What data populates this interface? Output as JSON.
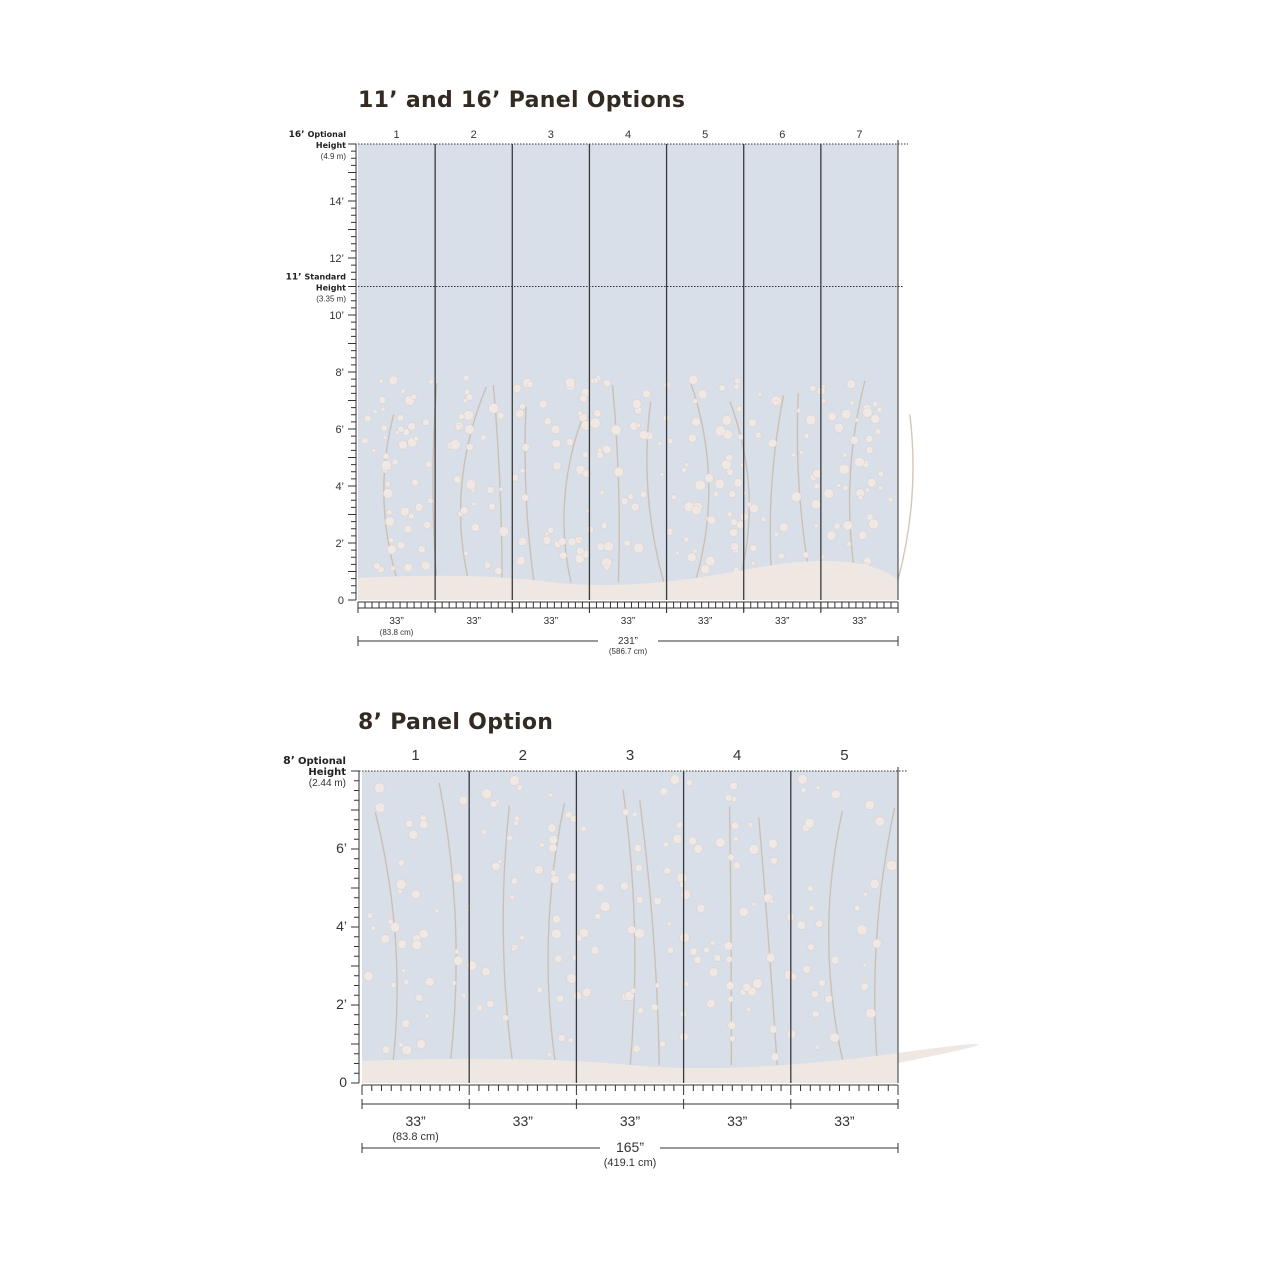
{
  "colors": {
    "wall": "#d8dfe8",
    "ground": "#efe7e2",
    "flower": "#efe8e4",
    "branch": "#c9b8a8",
    "panel_line": "#3a3a3a",
    "ruler": "#333333"
  },
  "diagrams": [
    {
      "title": "11’ and 16’ Panel Options",
      "panels": [
        "1",
        "2",
        "3",
        "4",
        "5",
        "6",
        "7"
      ],
      "max_height_ft": 16,
      "height_lines": [
        {
          "ft": 16,
          "label": "16’",
          "sub1": "Optional",
          "sub2": "Height",
          "metric": "(4.9 m)",
          "full": false
        },
        {
          "ft": 11,
          "label": "11’",
          "sub1": "Standard",
          "sub2": "Height",
          "metric": "(3.35 m)",
          "full": true
        }
      ],
      "ft_labels": [
        {
          "ft": 14,
          "label": "14’"
        },
        {
          "ft": 12,
          "label": "12’"
        },
        {
          "ft": 10,
          "label": "10’"
        },
        {
          "ft": 8,
          "label": "8’"
        },
        {
          "ft": 6,
          "label": "6’"
        },
        {
          "ft": 4,
          "label": "4’"
        },
        {
          "ft": 2,
          "label": "2’"
        },
        {
          "ft": 0,
          "label": "0"
        }
      ],
      "panel_widths": [
        "33”",
        "33”",
        "33”",
        "33”",
        "33”",
        "33”",
        "33”"
      ],
      "first_width_metric": "(83.8 cm)",
      "total_width": "231”",
      "total_width_metric": "(586.7 cm)"
    },
    {
      "title": "8’ Panel Option",
      "panels": [
        "1",
        "2",
        "3",
        "4",
        "5"
      ],
      "max_height_ft": 8,
      "height_lines": [
        {
          "ft": 8,
          "label": "8’",
          "sub1": "Optional",
          "sub2": "Height",
          "metric": "(2.44 m)",
          "full": false
        }
      ],
      "ft_labels": [
        {
          "ft": 6,
          "label": "6’"
        },
        {
          "ft": 4,
          "label": "4’"
        },
        {
          "ft": 2,
          "label": "2’"
        },
        {
          "ft": 0,
          "label": "0"
        }
      ],
      "panel_widths": [
        "33”",
        "33”",
        "33”",
        "33”",
        "33”"
      ],
      "first_width_metric": "(83.8 cm)",
      "total_width": "165”",
      "total_width_metric": "(419.1 cm)"
    }
  ]
}
